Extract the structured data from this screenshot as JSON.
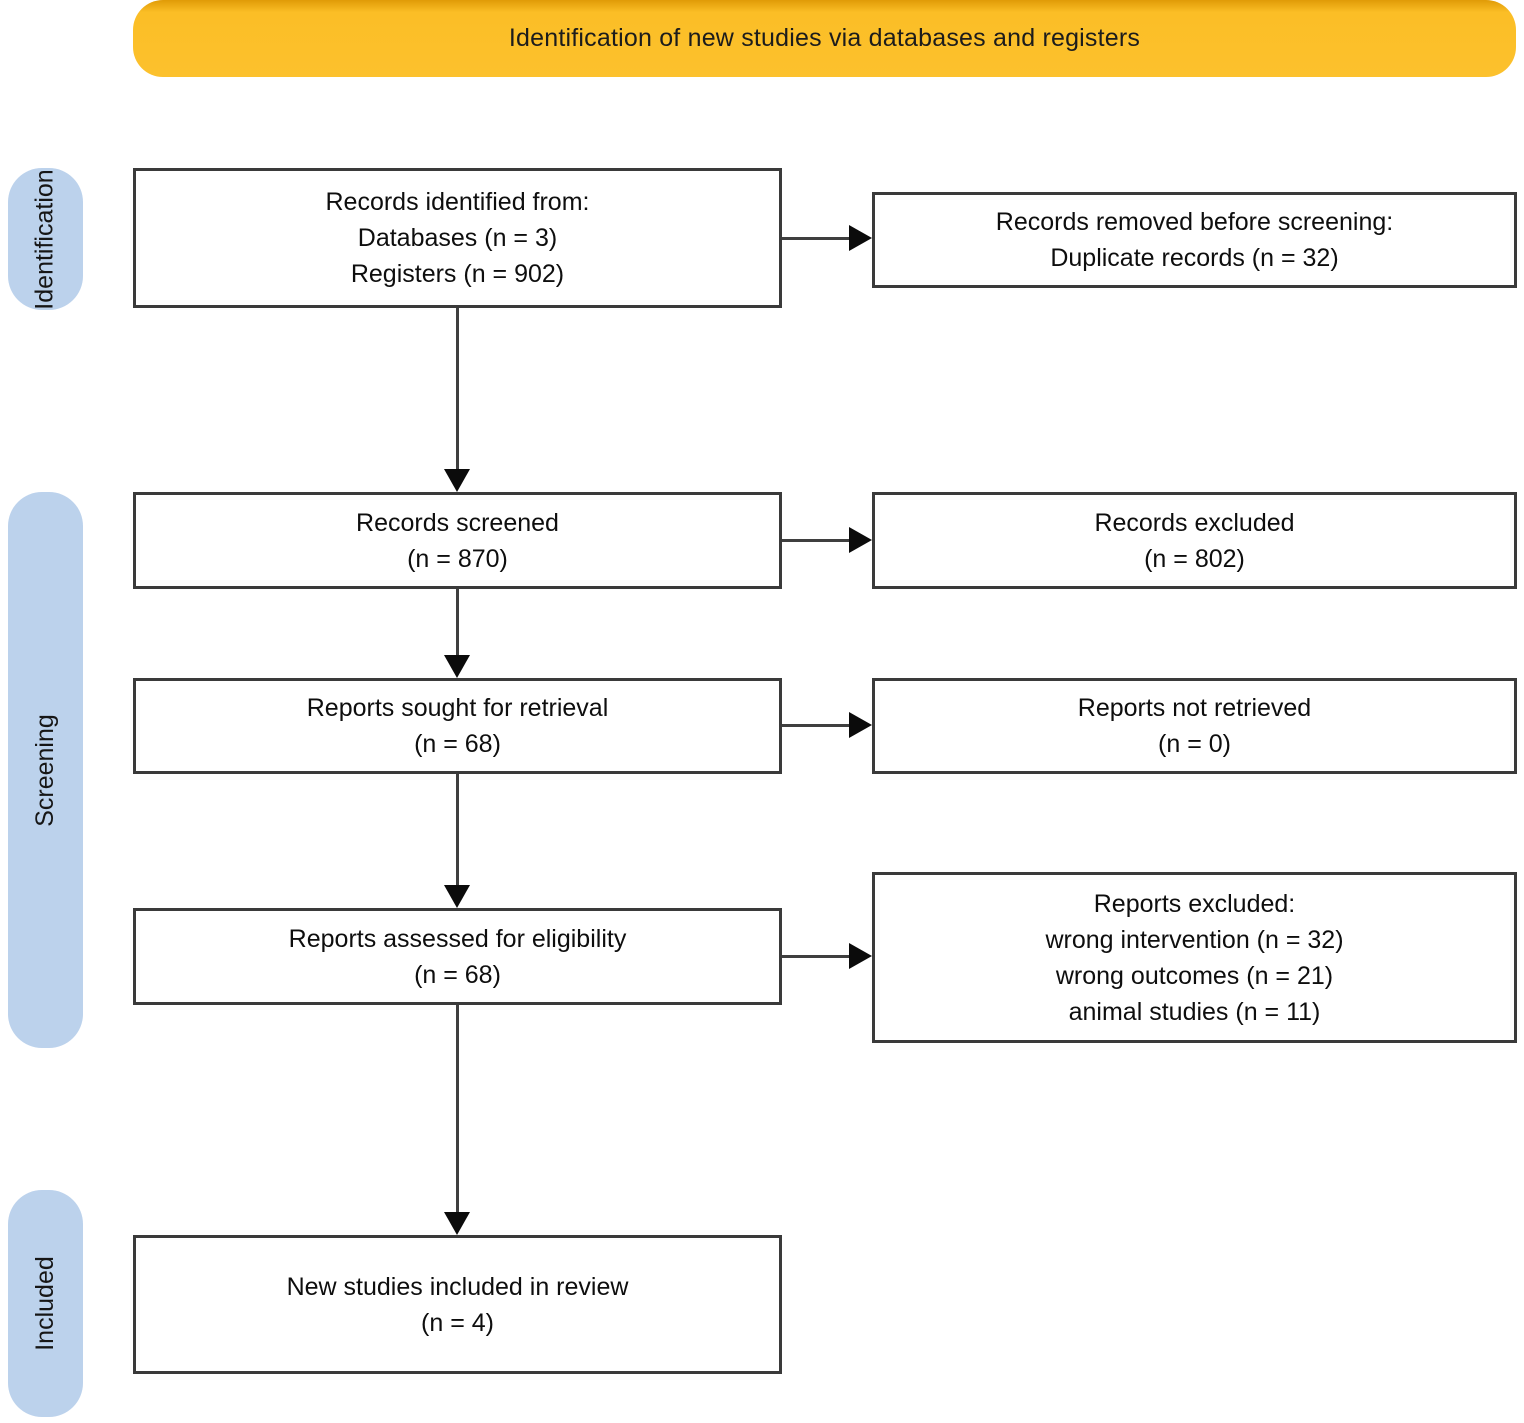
{
  "banner": {
    "label": "Identification of new studies via databases and registers"
  },
  "stages": [
    {
      "label": "Identification"
    },
    {
      "label": "Screening"
    },
    {
      "label": "Included"
    }
  ],
  "flow_boxes": {
    "records_identified": {
      "lines": [
        "Records identified from:",
        "Databases (n = 3)",
        "Registers (n = 902)"
      ]
    },
    "records_removed": {
      "lines": [
        "Records removed before screening:",
        "Duplicate records (n = 32)"
      ]
    },
    "records_screened": {
      "lines": [
        "Records screened",
        "(n = 870)"
      ]
    },
    "records_excluded": {
      "lines": [
        "Records excluded",
        "(n = 802)"
      ]
    },
    "reports_sought": {
      "lines": [
        "Reports sought for retrieval",
        "(n = 68)"
      ]
    },
    "reports_not_retrieved": {
      "lines": [
        "Reports not retrieved",
        "(n = 0)"
      ]
    },
    "reports_assessed": {
      "lines": [
        "Reports assessed for eligibility",
        "(n = 68)"
      ]
    },
    "reports_excluded": {
      "lines": [
        "Reports excluded:",
        "wrong intervention (n = 32)",
        "wrong outcomes (n = 21)",
        "animal studies (n = 11)"
      ]
    },
    "new_studies_included": {
      "lines": [
        "New studies included in review",
        "(n = 4)"
      ]
    }
  },
  "colors": {
    "banner_bg": "#FCC12D",
    "stage_pill_bg": "#BCD2EC",
    "box_border": "#3A3A3A",
    "arrow": "#3F3F3F",
    "text": "#111111"
  }
}
